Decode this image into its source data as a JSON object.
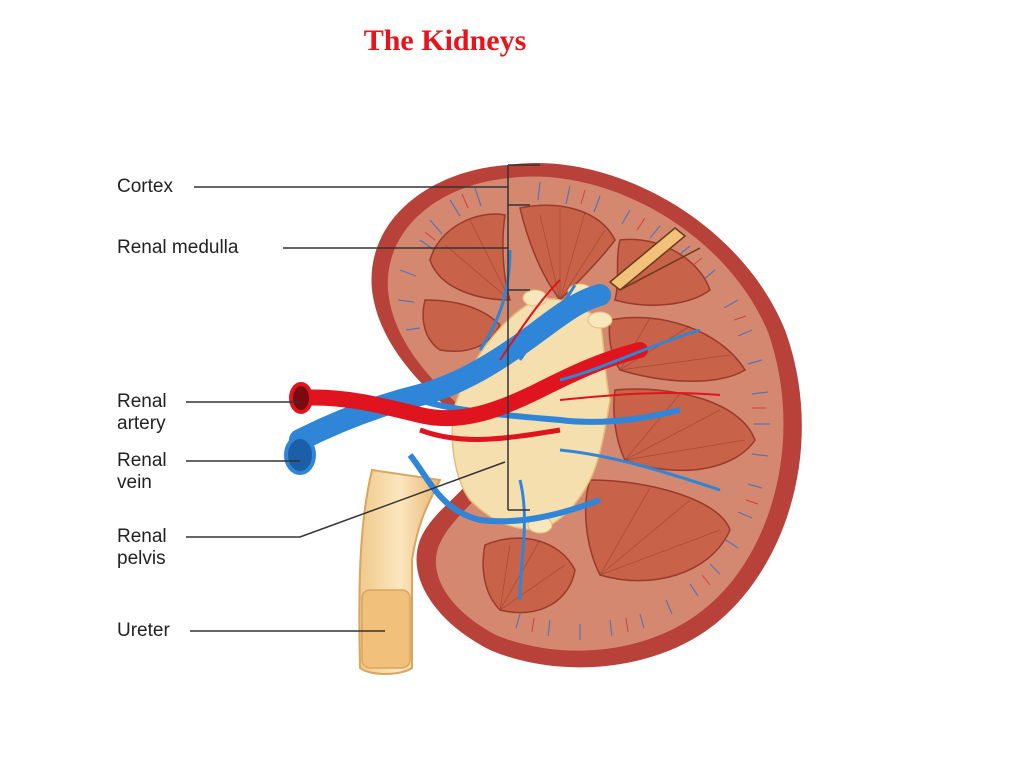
{
  "title": "The Kidneys",
  "colors": {
    "title": "#e8141b",
    "capsule": "#b8413a",
    "cortex": "#d58870",
    "pyramid": "#c8634a",
    "artery": "#e0141e",
    "vein": "#2f86d8",
    "pelvis": "#f6dfae",
    "leader_line": "#333333"
  },
  "labels": {
    "cortex": "Cortex",
    "renal_medulla": "Renal medulla",
    "renal_artery_1": "Renal",
    "renal_artery_2": "artery",
    "renal_vein_1": "Renal",
    "renal_vein_2": "vein",
    "renal_pelvis_1": "Renal",
    "renal_pelvis_2": "pelvis",
    "ureter": "Ureter"
  }
}
